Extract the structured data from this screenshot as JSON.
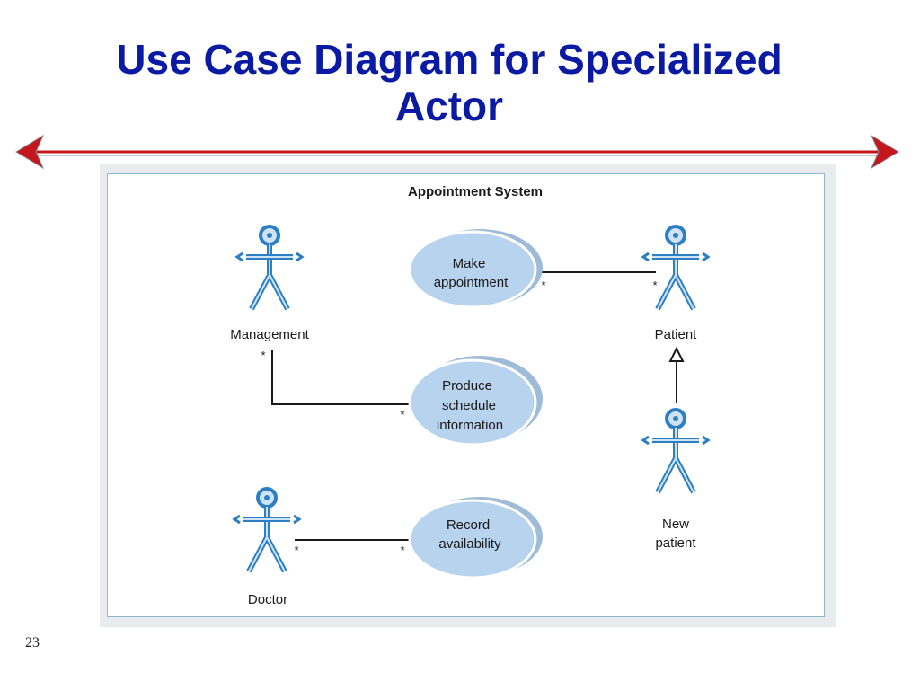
{
  "slide": {
    "title_line1": "Use Case Diagram for Specialized",
    "title_line2": "Actor",
    "page_number": "23"
  },
  "diagram": {
    "system_name": "Appointment System",
    "actors": {
      "management": "Management",
      "patient": "Patient",
      "new_patient_line1": "New",
      "new_patient_line2": "patient",
      "doctor": "Doctor"
    },
    "use_cases": {
      "make_appointment": [
        "Make",
        "appointment"
      ],
      "produce_schedule": [
        "Produce",
        "schedule",
        "information"
      ],
      "record_availability": [
        "Record",
        "availability"
      ]
    },
    "multiplicity": "*"
  },
  "colors": {
    "title": "#0b1aa3",
    "actor_stroke": "#2d7fc4",
    "actor_fill": "#cfe3f5",
    "usecase_fill": "#b7d3ee",
    "arrow": "#c4161c"
  }
}
